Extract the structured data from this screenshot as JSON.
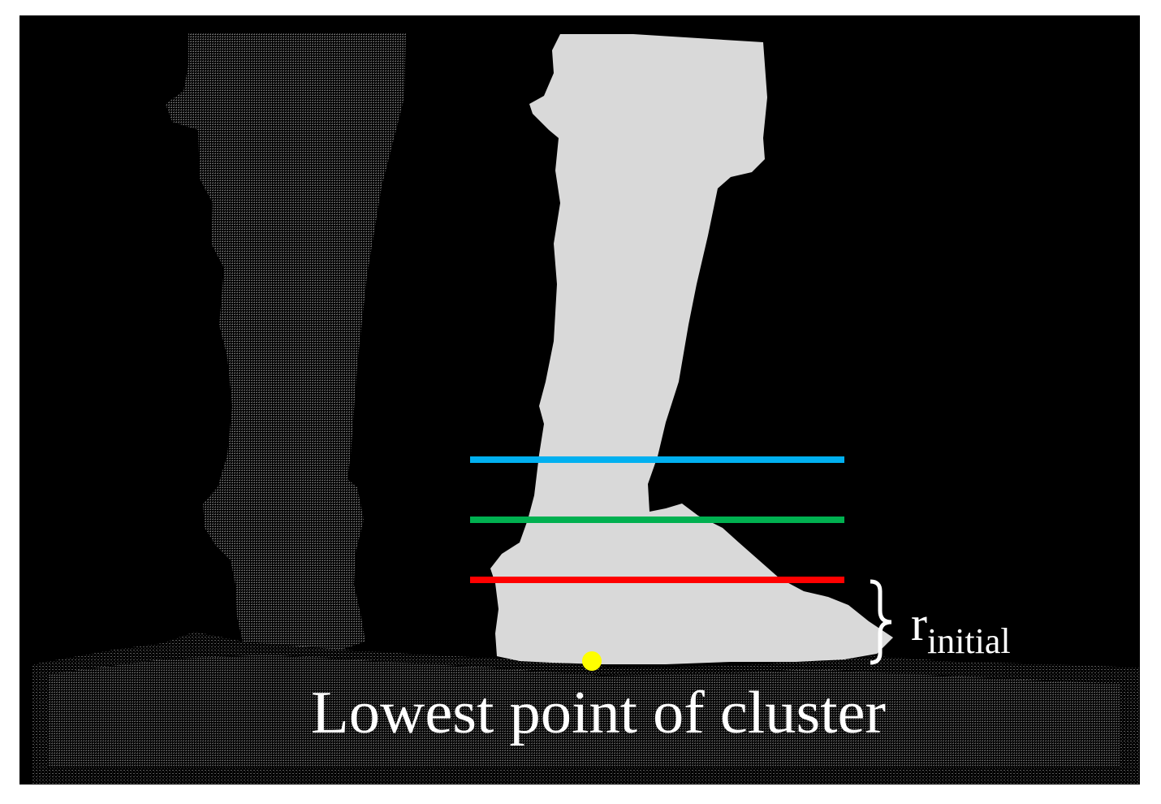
{
  "annotations": {
    "lowest_point_label": "Lowest point of cluster",
    "r_symbol": "r",
    "r_subscript": "initial"
  },
  "colors": {
    "background": "#000000",
    "frame": "#ffffff",
    "foreground_cluster": "#d9d9d9",
    "background_points": "#5a5a5a",
    "line_top": "#00b0f0",
    "line_middle": "#00b050",
    "line_bottom": "#ff0000",
    "lowest_point_marker": "#ffff00",
    "annotation_text": "#ffffff"
  }
}
